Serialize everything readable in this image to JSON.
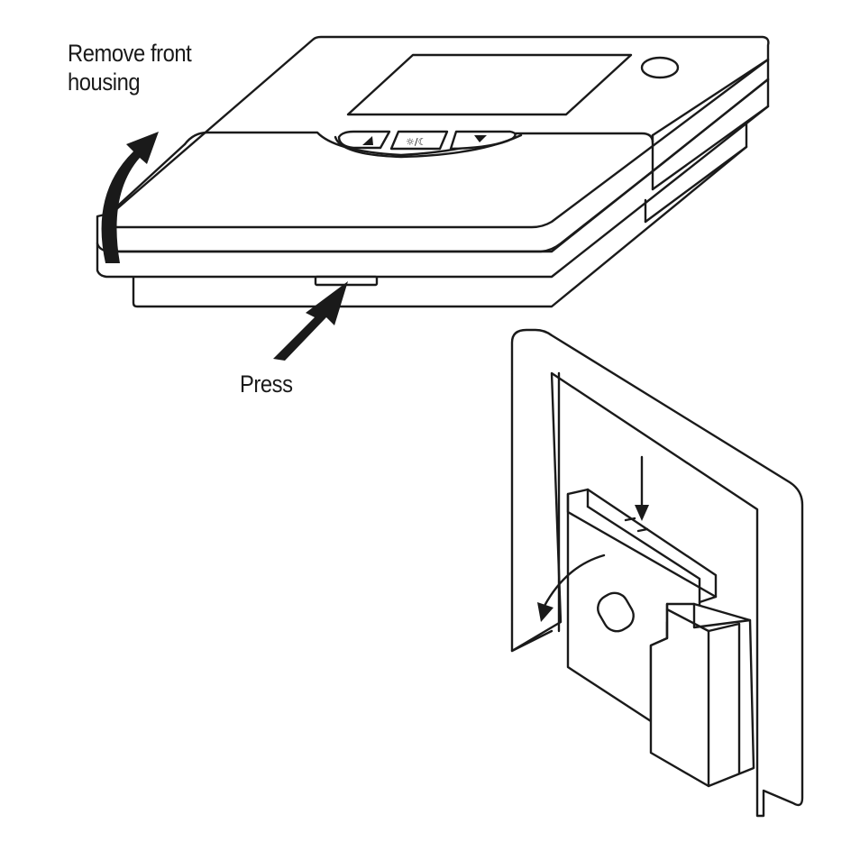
{
  "labels": {
    "remove_front_housing": [
      "Remove front",
      "housing"
    ],
    "press": "Press"
  },
  "device": {
    "buttons": [
      {
        "name": "up",
        "glyph": "▲"
      },
      {
        "name": "mode",
        "glyph": "☼/☾"
      },
      {
        "name": "down",
        "glyph": "▼"
      }
    ]
  }
}
